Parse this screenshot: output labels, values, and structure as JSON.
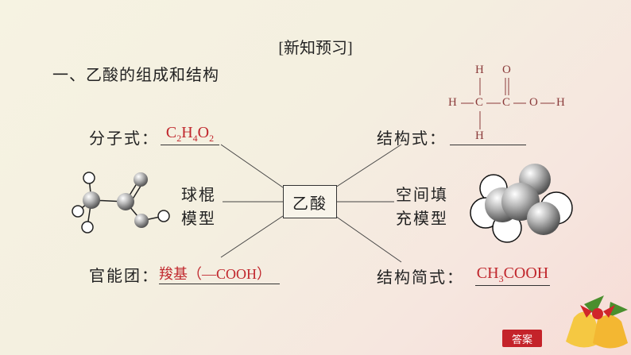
{
  "header": {
    "title": "[新知预习]",
    "section_heading": "一、乙酸的组成和结构"
  },
  "center": "乙酸",
  "molecular_formula": {
    "label": "分子式：",
    "answer_parts": [
      "C",
      "2",
      "H",
      "4",
      "O",
      "2"
    ]
  },
  "structural_formula": {
    "label": "结构式：",
    "atoms": [
      "H",
      "O",
      "H",
      "C",
      "C",
      "O",
      "H",
      "H"
    ]
  },
  "ball_stick": {
    "label_line1": "球棍",
    "label_line2": "模型"
  },
  "space_filling": {
    "label_line1": "空间填",
    "label_line2": "充模型"
  },
  "functional_group": {
    "label": "官能团：",
    "answer": "羧基（—COOH）"
  },
  "condensed_formula": {
    "label": "结构简式：",
    "answer_parts": [
      "CH",
      "3",
      "COOH"
    ]
  },
  "answer_button": "答案",
  "colors": {
    "answer": "#c0262c",
    "structure": "#8a3a3a",
    "button": "#c4232a"
  }
}
